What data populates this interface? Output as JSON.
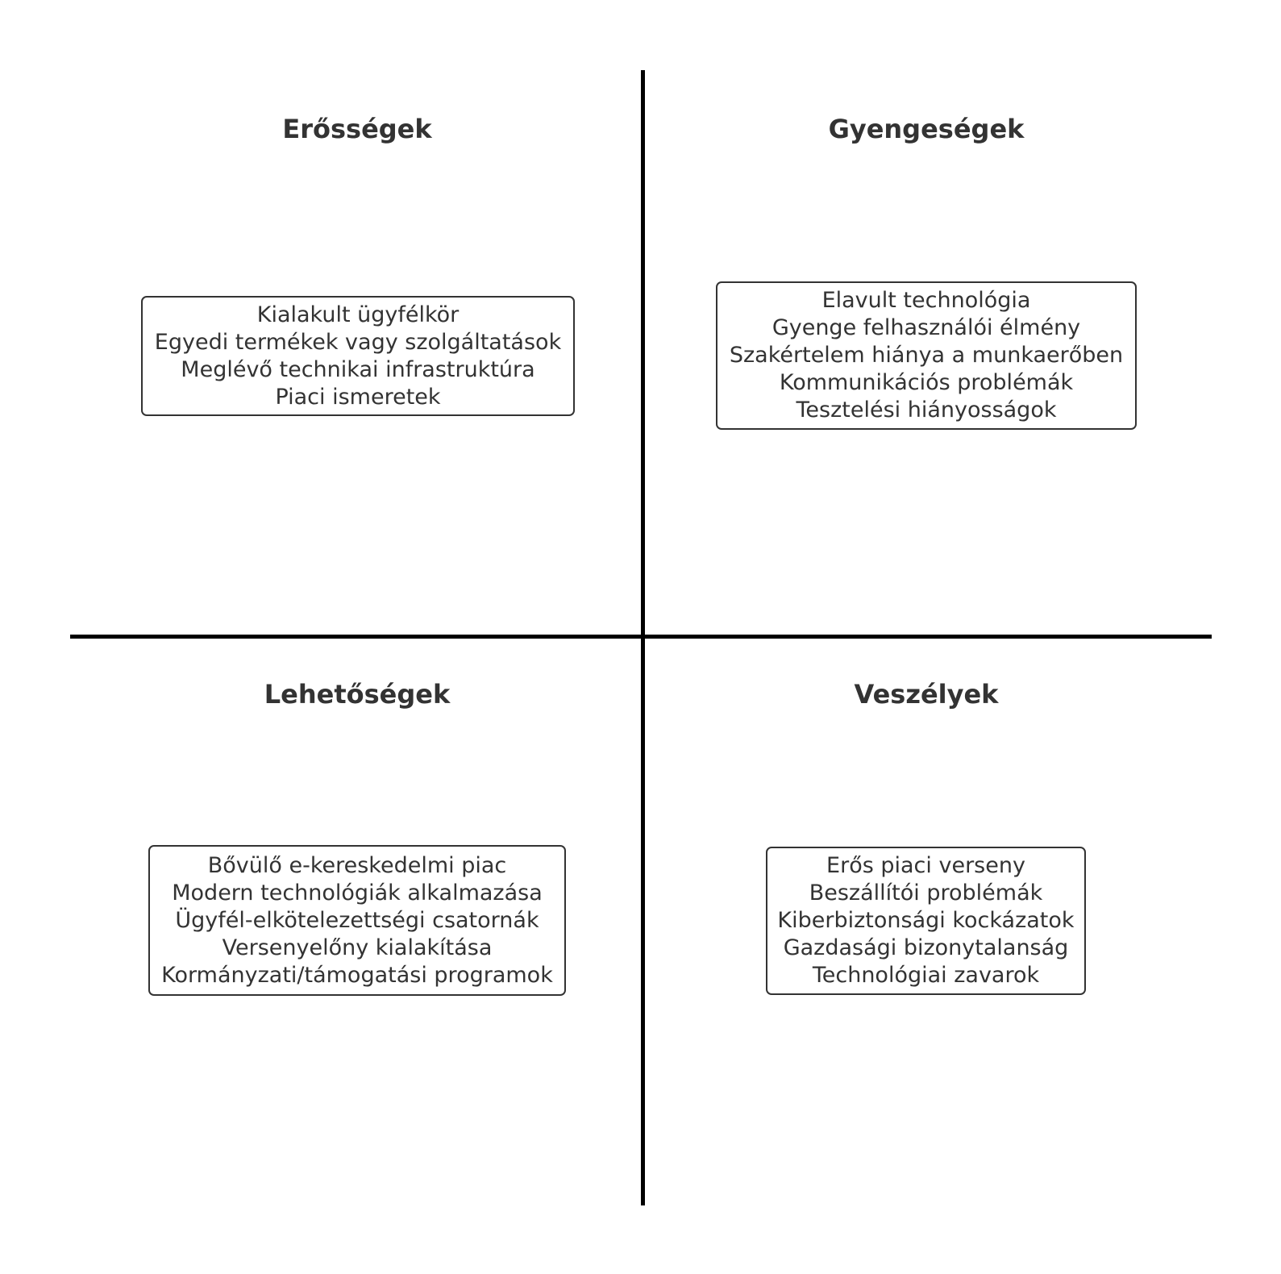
{
  "quadrants": {
    "strengths": {
      "title": "Erősségek",
      "items": [
        "Kialakult ügyfélkör",
        "Egyedi termékek vagy szolgáltatások",
        "Meglévő technikai infrastruktúra",
        "Piaci ismeretek"
      ]
    },
    "weaknesses": {
      "title": "Gyengeségek",
      "items": [
        "Elavult technológia",
        "Gyenge felhasználói élmény",
        "Szakértelem hiánya a munkaerőben",
        "Kommunikációs problémák",
        "Tesztelési hiányosságok"
      ]
    },
    "opportunities": {
      "title": "Lehetőségek",
      "items": [
        "Bővülő e-kereskedelmi piac",
        "Modern technológiák alkalmazása",
        "Ügyfél-elkötelezettségi csatornák",
        "Versenyelőny kialakítása",
        "Kormányzati/támogatási programok"
      ]
    },
    "threats": {
      "title": "Veszélyek",
      "items": [
        "Erős piaci verseny",
        "Beszállítói problémák",
        "Kiberbiztonsági kockázatok",
        "Gazdasági bizonytalanság",
        "Technológiai zavarok"
      ]
    }
  }
}
